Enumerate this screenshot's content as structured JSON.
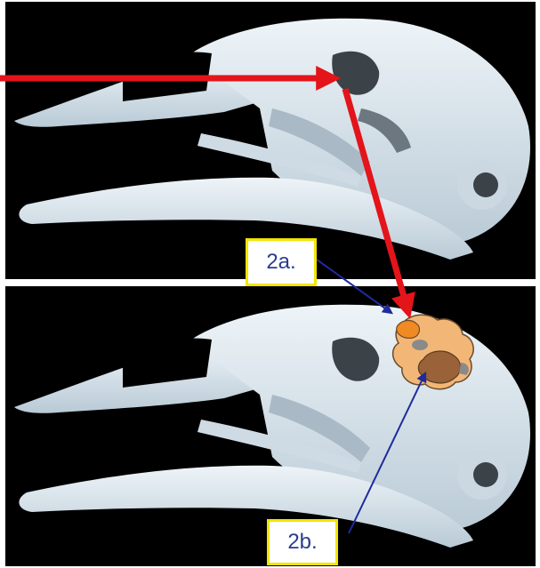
{
  "labels": {
    "label_2a": "2a.",
    "label_2b": "2b."
  },
  "icons": {
    "skull_top": "bird-skull-illustration",
    "skull_bottom": "bird-skull-illustration",
    "red_arrow": "red-arrow",
    "blue_arrow": "blue-arrow",
    "brain_region_marker": "highlighted-brain-region"
  },
  "colors": {
    "background": "#000000",
    "bone": "#dbe6ee",
    "arrow_red": "#e3141a",
    "arrow_blue": "#1f2a9c",
    "label_border": "#f2e500",
    "label_text": "#2a3d8f",
    "region_light": "#f2b777",
    "region_orange": "#f08a22",
    "region_brown": "#9a6238",
    "region_grey": "#8a8a8a"
  }
}
